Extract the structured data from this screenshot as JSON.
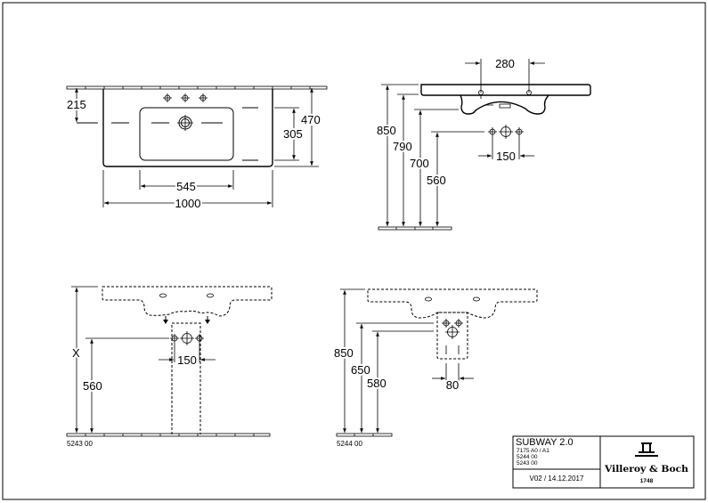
{
  "top_view": {
    "width_total": "1000",
    "bowl_width": "545",
    "tap_offset": "215",
    "bowl_depth": "305",
    "depth_total": "470"
  },
  "side_view": {
    "hole_spacing": "280",
    "height_rim": "850",
    "height_underside": "790",
    "height_bowl": "700",
    "height_supply": "560",
    "supply_spacing": "150"
  },
  "view_5243": {
    "label": "5243 00",
    "height_x": "X",
    "height_supply": "560",
    "supply_spacing": "150"
  },
  "view_5244": {
    "label": "5244 00",
    "height_rim": "850",
    "height_supply": "650",
    "height_drain": "580",
    "supply_spacing": "80"
  },
  "title_block": {
    "product": "SUBWAY 2.0",
    "codes": [
      "7175 A0 / A1",
      "5244 00",
      "5243 00"
    ],
    "version": "V02 / 14.12.2017",
    "brand": "Villeroy & Boch",
    "brand_year": "1748"
  }
}
